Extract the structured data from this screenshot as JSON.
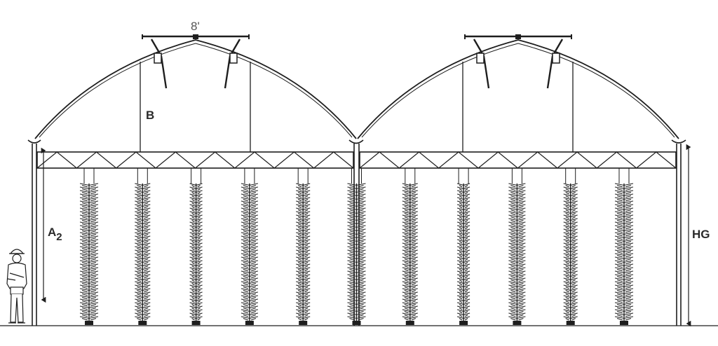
{
  "labels": {
    "vent_width": "8'",
    "truss_drop": "B",
    "clear_height_letter": "A",
    "clear_height_sub": "2",
    "gutter_height": "HG"
  },
  "structure": {
    "bays": 2,
    "crop_rows": 11
  },
  "colors": {
    "line": "#1e1e1e",
    "vent_label": "#555555",
    "label": "#2a2a2a"
  }
}
